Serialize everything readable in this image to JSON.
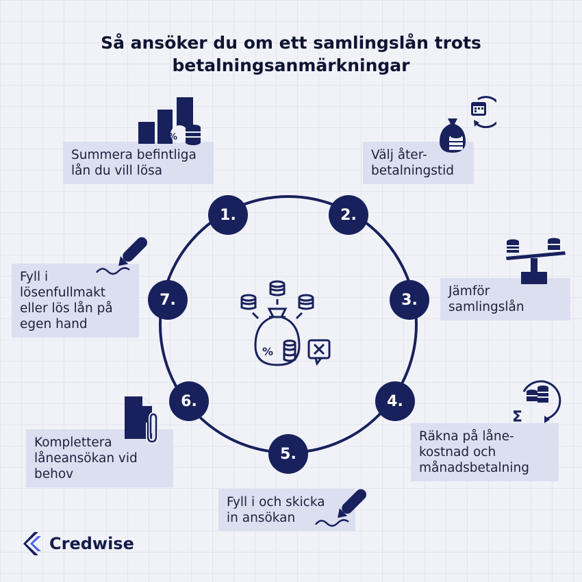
{
  "title": {
    "line1": "Så ansöker du om ett samlingslån trots",
    "line2": "betalningsanmärkningar"
  },
  "steps": [
    {
      "number": "1.",
      "lines": [
        "Summera befintliga",
        "lån du vill lösa"
      ],
      "icon": "bar-chart-coins-icon"
    },
    {
      "number": "2.",
      "lines": [
        "Välj åter-",
        "betalningstid"
      ],
      "icon": "money-bag-calendar-icon"
    },
    {
      "number": "3.",
      "lines": [
        "Jämför",
        "samlingslån"
      ],
      "icon": "balance-scale-coins-icon"
    },
    {
      "number": "4.",
      "lines": [
        "Räkna på låne-",
        "kostnad och",
        "månadsbetalning"
      ],
      "icon": "sigma-coins-cycle-icon"
    },
    {
      "number": "5.",
      "lines": [
        "Fyll i och skicka",
        "in ansökan"
      ],
      "icon": "pen-signature-icon"
    },
    {
      "number": "6.",
      "lines": [
        "Komplettera",
        "låneansökan vid",
        "behov"
      ],
      "icon": "document-paperclip-icon"
    },
    {
      "number": "7.",
      "lines": [
        "Fyll i",
        "lösenfullmakt",
        "eller lös lån på",
        "egen hand"
      ],
      "icon": "pen-signature-icon"
    }
  ],
  "center_icon": "money-bag-coins-percent-icon",
  "brand": {
    "name": "Credwise",
    "icon": "credwise-logo-icon"
  },
  "colors": {
    "navy": "#18215c",
    "box": "#dcdff0",
    "background": "#f1f2f8"
  }
}
